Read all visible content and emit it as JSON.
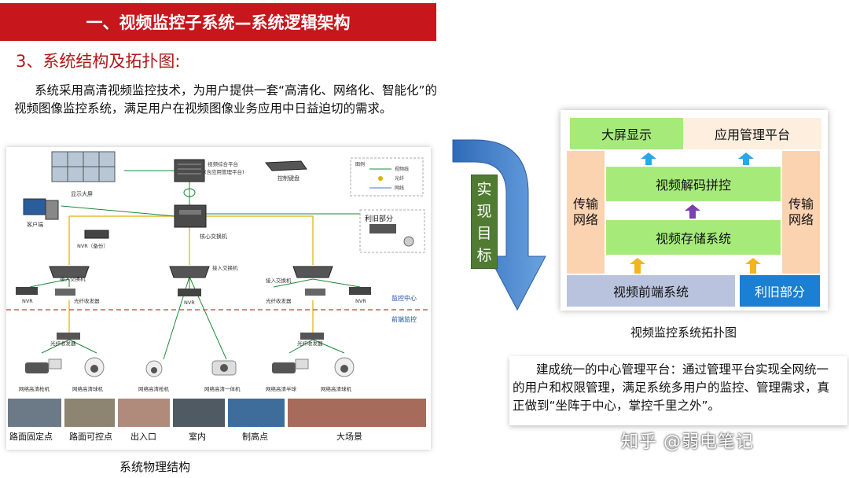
{
  "header": {
    "title": "一、视频监控子系统—系统逻辑架构"
  },
  "section": {
    "title": "3、系统结构及拓扑图:"
  },
  "intro": {
    "text": "系统采用高清视频监控技术，为用户提供一套“高清化、网络化、智能化”的视频图像监控系统，满足用户在视频图像业务应用中日益迫切的需求。"
  },
  "physical": {
    "caption": "系统物理结构",
    "labels": {
      "display_wall": "显示大屏",
      "client": "客户端",
      "platform": "视频综合平台",
      "platform_sub": "(含应用管理平台)",
      "keyboard": "控制键盘",
      "legend_title": "图例",
      "legend_video": "视频线",
      "legend_fiber": "光纤",
      "legend_net": "网线",
      "core_switch": "核心交换机",
      "nvr_backup": "NVR（备份）",
      "reuse": "利旧部分",
      "access_switch": "接入交换机",
      "nvr": "NVR",
      "fiber_transceiver": "光纤收发器",
      "monitor_center": "监控中心",
      "front_monitor": "前端监控",
      "cam1": "网络高清枪机",
      "cam2": "网络高清球机",
      "cam3": "网络高清枪机",
      "cam4": "网络高清一体机",
      "cam5": "网络高清半球",
      "cam6": "网络高清球机"
    },
    "scenes": [
      "路面固定点",
      "路面可控点",
      "出入口",
      "室内",
      "制高点",
      "大场景"
    ]
  },
  "arrow": {
    "text": "实现目标"
  },
  "topology": {
    "caption": "视频监控系统拓扑图",
    "screen": "大屏显示",
    "platform": "应用管理平台",
    "trans_left": [
      "传输",
      "网络"
    ],
    "trans_right": [
      "传输",
      "网络"
    ],
    "decode": "视频解码拼控",
    "storage": "视频存储系统",
    "front": "视频前端系统",
    "reuse": "利旧部分"
  },
  "description": {
    "text": "建成统一的中心管理平台：通过管理平台实现全网统一的用户和权限管理，满足系统多用户的监控、管理需求，真正做到“坐阵于中心，掌控千里之外”。"
  },
  "watermark": {
    "text": "知乎 @弱电笔记"
  },
  "colors": {
    "banner": "#c8161d",
    "title_red": "#b01818",
    "green": "#a6eb7a",
    "arrow_blue": "#3d7cc9"
  }
}
